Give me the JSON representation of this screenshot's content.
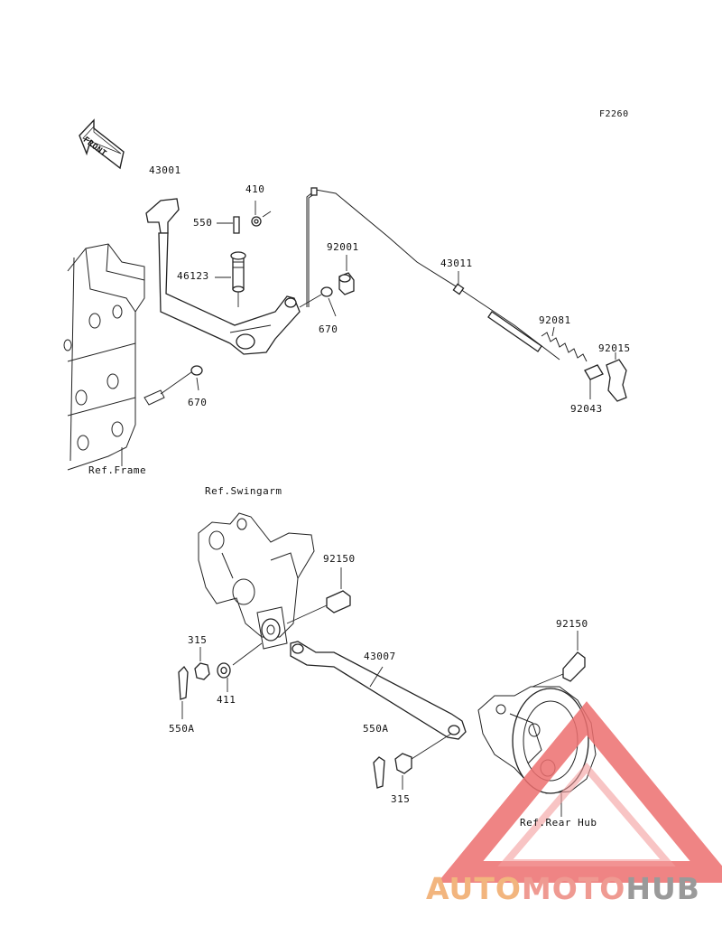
{
  "figure_code": "F2260",
  "front_label": "FRONT",
  "parts": [
    {
      "id": "p43001",
      "number": "43001"
    },
    {
      "id": "p410",
      "number": "410"
    },
    {
      "id": "p550",
      "number": "550"
    },
    {
      "id": "p46123",
      "number": "46123"
    },
    {
      "id": "p92001",
      "number": "92001"
    },
    {
      "id": "p670a",
      "number": "670"
    },
    {
      "id": "p670b",
      "number": "670"
    },
    {
      "id": "p43011",
      "number": "43011"
    },
    {
      "id": "p92081",
      "number": "92081"
    },
    {
      "id": "p92015",
      "number": "92015"
    },
    {
      "id": "p92043",
      "number": "92043"
    },
    {
      "id": "p92150a",
      "number": "92150"
    },
    {
      "id": "p315a",
      "number": "315"
    },
    {
      "id": "p411",
      "number": "411"
    },
    {
      "id": "p550A_a",
      "number": "550A"
    },
    {
      "id": "p43007",
      "number": "43007"
    },
    {
      "id": "p92150b",
      "number": "92150"
    },
    {
      "id": "p550A_b",
      "number": "550A"
    },
    {
      "id": "p315b",
      "number": "315"
    }
  ],
  "references": {
    "frame": "Ref.Frame",
    "swingarm": "Ref.Swingarm",
    "rear_hub": "Ref.Rear Hub"
  },
  "watermark": {
    "auto": "AUTO",
    "moto": "MOTO",
    "hub": "HUB",
    "colors": {
      "auto": "#f2b57e",
      "moto": "#ef9a92",
      "hub": "#9a9a9a",
      "triangle": "#e85a5a"
    }
  }
}
